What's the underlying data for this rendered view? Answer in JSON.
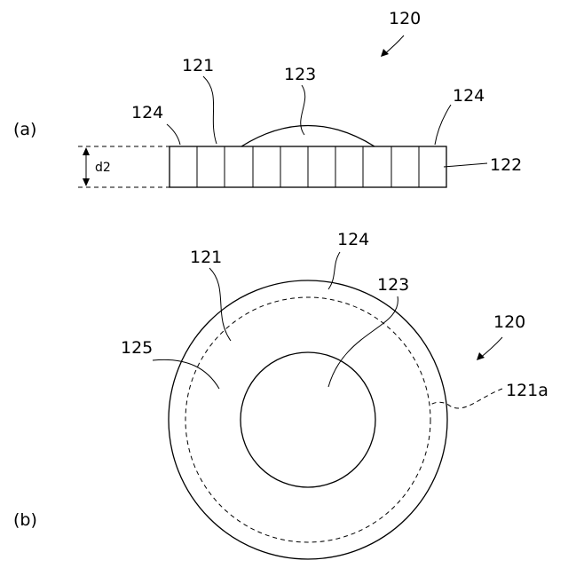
{
  "figure": {
    "panel_a": {
      "caption": "(a)",
      "ref_assembly": "120",
      "ref_body": "121",
      "ref_lens": "123",
      "ref_edge_left": "124",
      "ref_edge_right": "124",
      "ref_substrate": "122",
      "dimension_label": "d2"
    },
    "panel_b": {
      "caption": "(b)",
      "ref_assembly": "120",
      "ref_body": "121",
      "ref_outer_edge": "124",
      "ref_lens": "123",
      "ref_region": "125",
      "ref_boundary": "121a"
    }
  }
}
